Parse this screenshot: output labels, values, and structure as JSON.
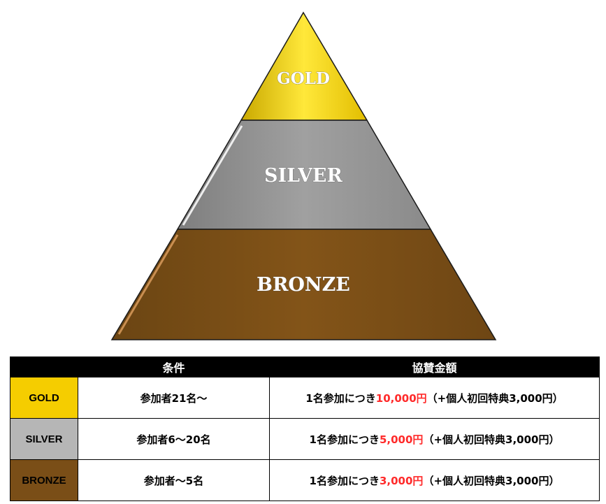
{
  "colors": {
    "gold": "#f5cd00",
    "silver": "#b6b6b6",
    "bronze": "#7a4e17",
    "accent_red": "#ff2a2a"
  },
  "pyramid": {
    "gold": "GOLD",
    "silver": "SILVER",
    "bronze": "BRONZE"
  },
  "table": {
    "headers": {
      "tier": "",
      "condition": "条件",
      "amount": "協賛金額"
    },
    "rows": [
      {
        "tier": "GOLD",
        "condition": "参加者21名～",
        "amount_prefix": "1名参加につき",
        "amount_value": "10,000円",
        "amount_suffix": "（+個人初回特典3,000円）"
      },
      {
        "tier": "SILVER",
        "condition": "参加者6～20名",
        "amount_prefix": "1名参加につき",
        "amount_value": "5,000円",
        "amount_suffix": "（+個人初回特典3,000円）"
      },
      {
        "tier": "BRONZE",
        "condition": "参加者～5名",
        "amount_prefix": "1名参加につき",
        "amount_value": "3,000円",
        "amount_suffix": "（+個人初回特典3,000円）"
      }
    ]
  }
}
